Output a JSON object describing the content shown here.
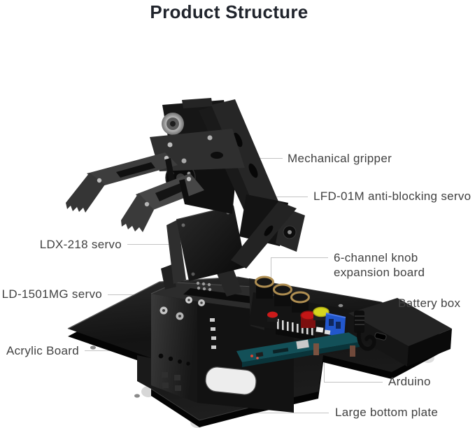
{
  "page": {
    "title": "Product Structure"
  },
  "labels": {
    "mechanical_gripper": "Mechanical gripper",
    "lfd_01m_servo": "LFD-01M anti-blocking servo",
    "ldx_218_servo": "LDX-218 servo",
    "expansion_board_line1": "6-channel  knob",
    "expansion_board_line2": "expansion board",
    "ld_1501mg_servo": "LD-1501MG servo",
    "battery_box": "Battery box",
    "acrylic_board": "Acrylic Board",
    "arduino": "Arduino",
    "large_bottom_plate": "Large bottom plate"
  },
  "colors": {
    "title_text": "#20242c",
    "label_text": "#414141",
    "leader_line": "#c3c3c3",
    "robot_black": "#141414",
    "knob_gold": "#b08f52",
    "pcb_teal": "#135058",
    "button_red": "#c41616",
    "button_yellow": "#d6d61e",
    "terminal_blue": "#2257cc"
  }
}
